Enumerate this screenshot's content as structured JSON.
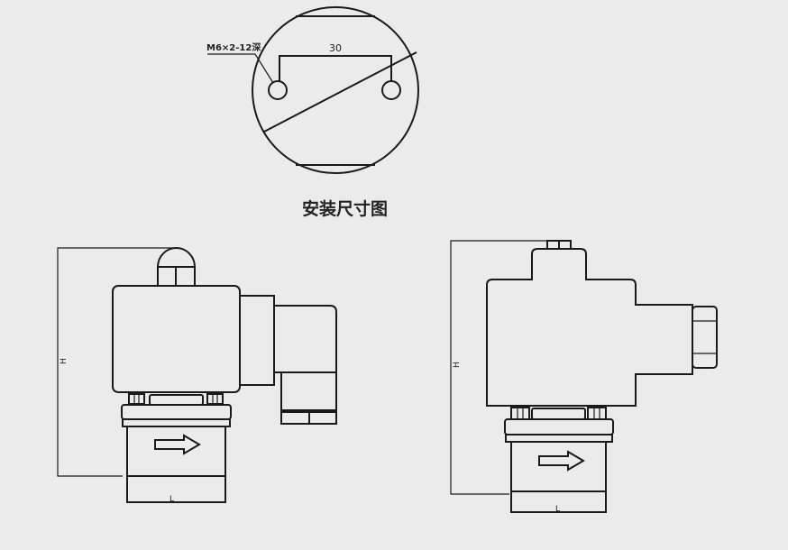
{
  "detail": {
    "thread_label": "M6×2-12深",
    "spacing_label": "30"
  },
  "title": "安装尺寸图",
  "left_valve": {
    "height_label": "H",
    "length_label": "L"
  },
  "right_valve": {
    "height_label": "H",
    "length_label": "L"
  }
}
